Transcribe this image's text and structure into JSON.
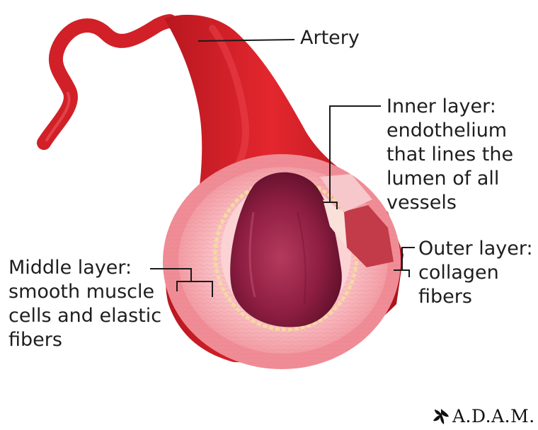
{
  "labels": {
    "artery": "Artery",
    "inner_layer": [
      "Inner layer:",
      "endothelium",
      "that lines the",
      "lumen of all",
      "vessels"
    ],
    "middle_layer": [
      "Middle layer:",
      "smooth muscle",
      "cells and elastic",
      "fibers"
    ],
    "outer_layer": [
      "Outer layer:",
      "collagen",
      "fibers"
    ]
  },
  "logo": {
    "text": "A.D.A.M.",
    "icon": "leaf-icon"
  },
  "colors": {
    "artery_red": "#d8232a",
    "wall_pink": "#f4a6ad",
    "lumen_maroon": "#8a1d3e",
    "leader_line": "#1a1a1a"
  }
}
